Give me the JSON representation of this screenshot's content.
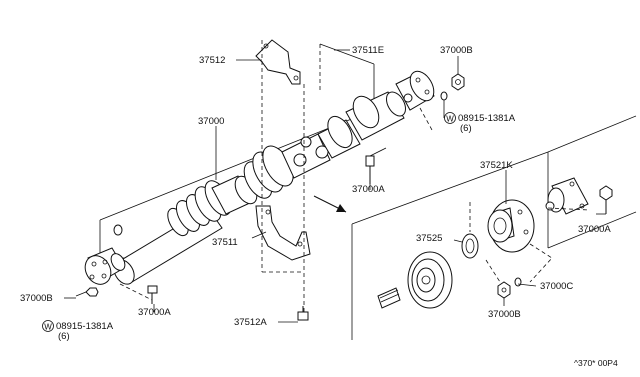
{
  "labels": {
    "p37512": "37512",
    "p37511E": "37511E",
    "p37000B_top": "37000B",
    "p37000": "37000",
    "w08915_top": "08915-1381A",
    "w08915_top_qty": "(6)",
    "p37000A_mid": "37000A",
    "p37521K": "37521K",
    "p37000A_right": "37000A",
    "p37525": "37525",
    "p37511": "37511",
    "p37000C": "37000C",
    "p37000B_left": "37000B",
    "w08915_bot": "08915-1381A",
    "w08915_bot_qty": "(6)",
    "p37000A_bot": "37000A",
    "p37512A": "37512A",
    "p37000B_bot": "37000B",
    "code": "^370* 00P4"
  },
  "washer_symbol": "W",
  "colors": {
    "line": "#111111",
    "background": "#ffffff"
  }
}
